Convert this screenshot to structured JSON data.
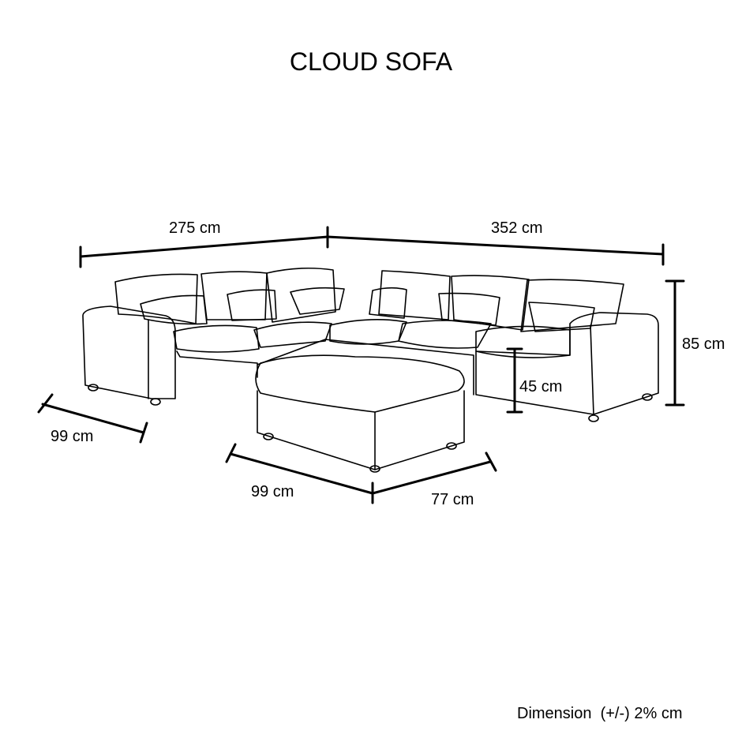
{
  "title": "CLOUD SOFA",
  "dimensions": {
    "left_width": "275 cm",
    "right_width": "352 cm",
    "height": "85 cm",
    "seat_height": "45 cm",
    "depth": "99 cm",
    "ottoman_length": "99 cm",
    "ottoman_width": "77 cm"
  },
  "footnote": "Dimension  (+/-) 2% cm",
  "colors": {
    "line": "#000000",
    "background": "#ffffff"
  }
}
